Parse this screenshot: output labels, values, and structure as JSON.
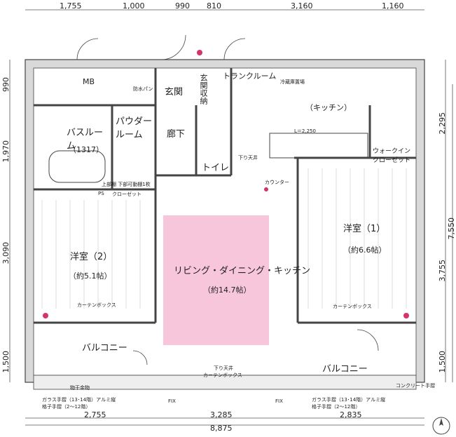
{
  "dimensions": {
    "top": [
      "1,755",
      "1,000",
      "990",
      "810",
      "3,160",
      "1,160"
    ],
    "bottom": [
      "2,755",
      "3,285",
      "2,835"
    ],
    "bottom_total": "8,875",
    "left": [
      "990",
      "1,970",
      "3,090",
      "1,500"
    ],
    "right": [
      "2,295",
      "3,755",
      "7,550",
      "1,500"
    ]
  },
  "rooms": {
    "mb": "MB",
    "entrance": "玄関",
    "entrance_storage": "玄関収納",
    "trunk_room": "トランクルーム",
    "kitchen": "（キッチン）",
    "bath": "バスルーム",
    "bath_size": "（1317）",
    "powder": "パウダールーム",
    "hallway": "廊下",
    "toilet": "トイレ",
    "western2": "洋室（2）",
    "western2_size": "（約5.1帖）",
    "western1": "洋室（1）",
    "western1_size": "（約6.6帖）",
    "ldk": "リビング・ダイニング・キッチン",
    "ldk_size": "（約14.7帖）",
    "walkin": "ウォークインクローゼット",
    "balcony_left": "バルコニー",
    "balcony_right": "バルコニー",
    "closet": "クローゼット",
    "ps": "PS"
  },
  "notes": {
    "curtain_box": "カーテンボックス",
    "lowered_ceiling": "下り天井",
    "counter": "カウンター",
    "fix": "FIX",
    "railing_left": "ガラス手摺（13･14階）アルミ縦格子手摺（2～12階）",
    "railing_right": "ガラス手摺（13･14階）アルミ縦格子手摺（2～12階）",
    "concrete_railing": "コンクリート手摺",
    "shelf": "上部棚 下部可動棚1枚",
    "fridge": "冷蔵庫置場",
    "waterproof_pan": "防水パン",
    "outdoor_unit": "物干金物",
    "l_size": "L＝2,250"
  },
  "colors": {
    "ldk_fill": "#f7c6db",
    "wall": "#d9d9d9",
    "line": "#444444",
    "accent": "#d6336c"
  }
}
